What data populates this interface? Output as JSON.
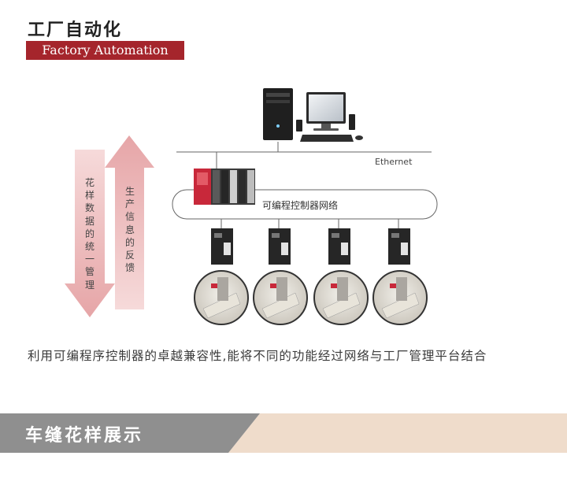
{
  "header": {
    "title_cn": "工厂自动化",
    "title_en": "Factory Automation"
  },
  "diagram": {
    "ethernet_label": "Ethernet",
    "plc_network_label": "可编程控制器网络",
    "down_arrow_text": "花样数据的统一管理",
    "up_arrow_text": "生产信息的反馈",
    "station_count": 4,
    "colors": {
      "arrow": "#e8aeb0",
      "plc_red": "#c8283a",
      "device_dark": "#2a2a2a"
    }
  },
  "description": "利用可编程序控制器的卓越兼容性,能将不同的功能经过网络与工厂管理平台结合",
  "section": {
    "title": "车缝花样展示",
    "colors": {
      "band_grey": "#8f8f8f",
      "band_beige": "#efdccb"
    }
  }
}
